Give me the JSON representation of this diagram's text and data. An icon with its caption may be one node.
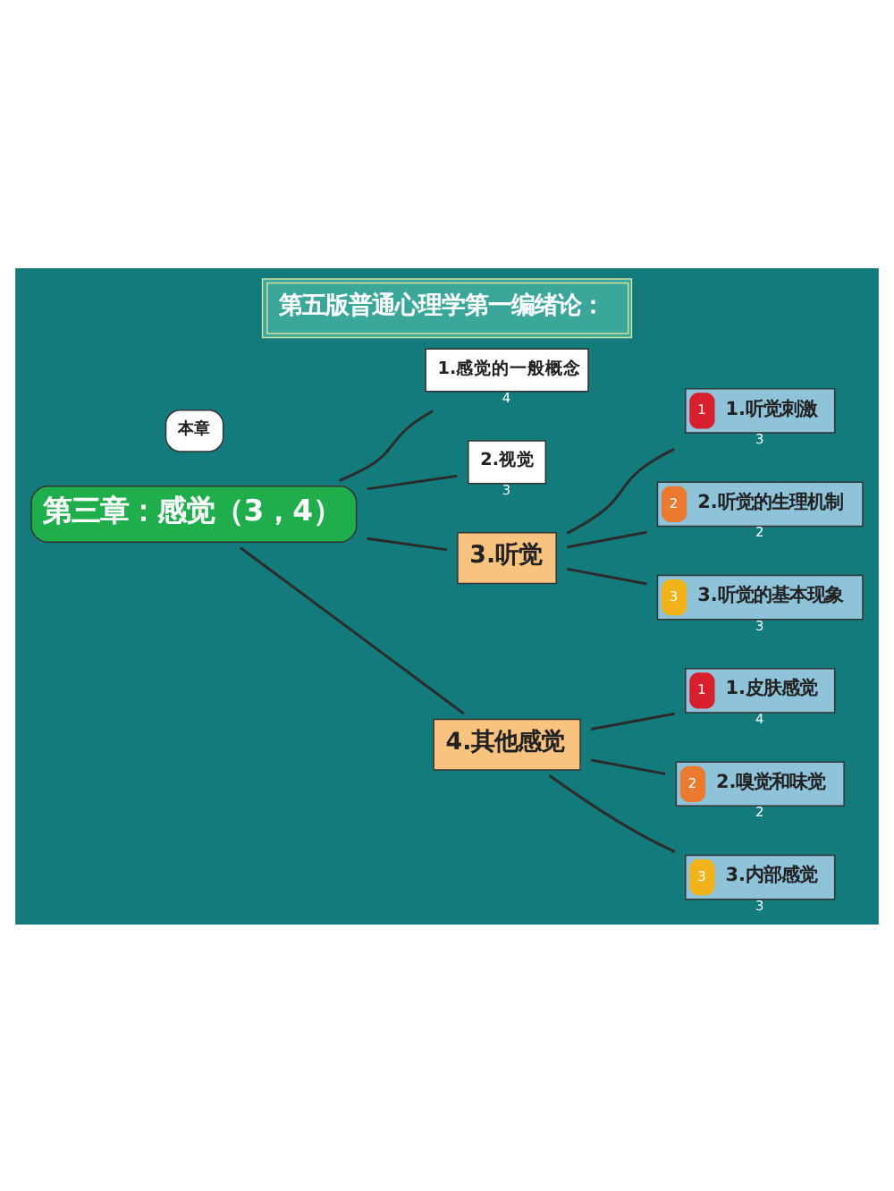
{
  "diagram": {
    "title": "第五版普通心理学第一编绪论：",
    "nodes": [
      {
        "text": [
          "第三章：感觉（3，4）"
        ]
      },
      {
        "text": [
          "1.感觉的一般概念"
        ],
        "beside": [
          "4"
        ]
      },
      {
        "text": [
          "2.视觉"
        ],
        "beside": [
          "3"
        ]
      },
      {
        "text": [
          "3.听觉"
        ]
      },
      {
        "text": [
          "1",
          "1.听觉刺激"
        ],
        "beside": [
          "3"
        ]
      },
      {
        "text": [
          "2",
          "2.听觉的生理机制"
        ],
        "beside": [
          "2"
        ]
      },
      {
        "text": [
          "3",
          "3.听觉的基本现象"
        ],
        "beside": [
          "3"
        ]
      },
      {
        "text": [
          "4.其他感觉"
        ]
      },
      {
        "text": [
          "1",
          "1.皮肤感觉"
        ],
        "beside": [
          "4"
        ]
      },
      {
        "text": [
          "2",
          "2.嗅觉和味觉"
        ],
        "beside": [
          "2"
        ]
      },
      {
        "text": [
          "3",
          "3.内部感觉"
        ],
        "beside": [
          "3"
        ]
      },
      {
        "text": [
          "本章"
        ]
      }
    ],
    "edges": [
      {
        "from": 0,
        "to": 1,
        "arrow": "none"
      },
      {
        "from": 0,
        "to": 2,
        "arrow": "none"
      },
      {
        "from": 0,
        "to": 3,
        "arrow": "none"
      },
      {
        "from": 0,
        "to": 7,
        "arrow": "none"
      },
      {
        "from": 3,
        "to": 4,
        "arrow": "none"
      },
      {
        "from": 3,
        "to": 5,
        "arrow": "none"
      },
      {
        "from": 3,
        "to": 6,
        "arrow": "none"
      },
      {
        "from": 7,
        "to": 8,
        "arrow": "none"
      },
      {
        "from": 7,
        "to": 9,
        "arrow": "none"
      },
      {
        "from": 7,
        "to": 10,
        "arrow": "none"
      }
    ]
  }
}
